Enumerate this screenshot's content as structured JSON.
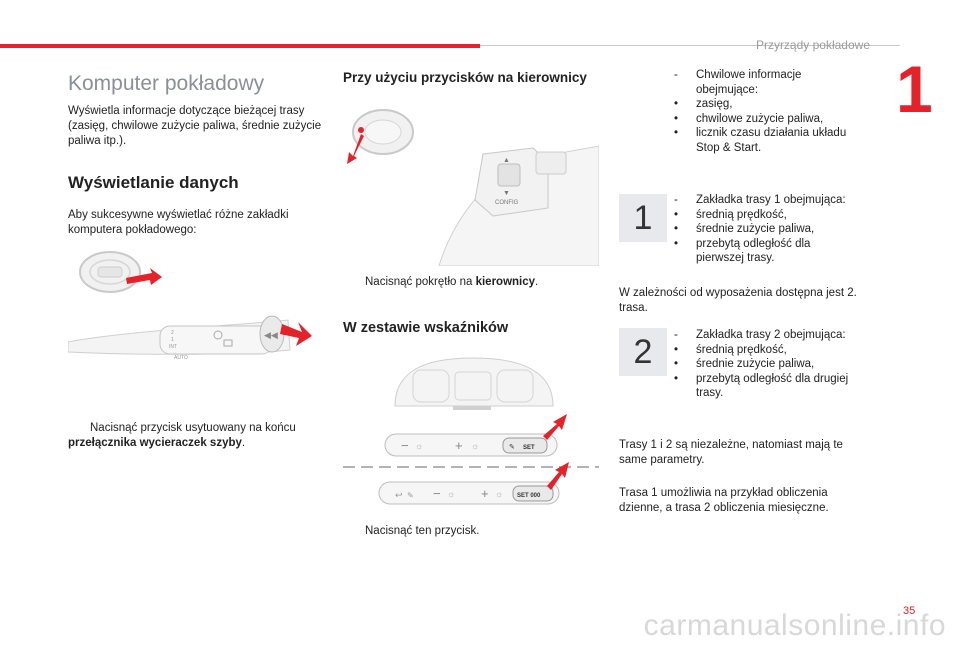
{
  "header": {
    "section_title": "Przyrządy pokładowe",
    "chapter": "1",
    "page": "35"
  },
  "watermark": "carmanualsonline.info",
  "left": {
    "title": "Komputer pokładowy",
    "intro": "Wyświetla informacje dotyczące bieżącej trasy (zasięg, chwilowe zużycie paliwa, średnie zużycie paliwa itp.).",
    "heading": "Wyświetlanie danych",
    "text": "Aby sukcesywne wyświetlać różne zakładki komputera pokładowego:",
    "instruction_icon": "",
    "instruction_prefix": "Nacisnąć przycisk usytuowany na końcu ",
    "instruction_bold": "przełącznika wycieraczek szyby",
    "instruction_suffix": "."
  },
  "middle": {
    "heading1": "Przy użyciu przycisków na kierownicy",
    "instruction1_icon": "",
    "instruction1_prefix": "Nacisnąć pokrętło na ",
    "instruction1_bold": "kierownicy",
    "instruction1_suffix": ".",
    "config_label": "CONFIG",
    "heading2": "W zestawie wskaźników",
    "set_label": "SET",
    "set_label2": "SET 000",
    "instruction2_icon": "",
    "instruction2": "Nacisnąć ten przycisk."
  },
  "right": {
    "block0": {
      "dash": "-",
      "line1": "Chwilowe informacje",
      "line2": "obejmujące:",
      "bullets": [
        "zasięg,",
        "chwilowe zużycie paliwa,"
      ],
      "bullet3a": "licznik czasu działania układu",
      "bullet3b": "Stop & Start."
    },
    "trip1": {
      "box": "1",
      "dash": "-",
      "line1": "Zakładka trasy 1 obejmująca:",
      "bullets": [
        "średnią prędkość,",
        "średnie zużycie paliwa,"
      ],
      "bullet3a": "przebytą odległość dla",
      "bullet3b": "pierwszej trasy."
    },
    "note": "W zależności od wyposażenia dostępna jest 2. trasa.",
    "trip2": {
      "box": "2",
      "dash": "-",
      "line1": "Zakładka trasy 2 obejmująca:",
      "bullets": [
        "średnią prędkość,",
        "średnie zużycie paliwa,"
      ],
      "bullet3a": "przebytą odległość dla drugiej",
      "bullet3b": "trasy."
    },
    "para1": "Trasy 1 i 2 są niezależne, natomiast mają te same parametry.",
    "para2": "Trasa 1 umożliwia na przykład obliczenia dzienne, a trasa 2 obliczenia miesięczne."
  },
  "bullet_char": "•"
}
